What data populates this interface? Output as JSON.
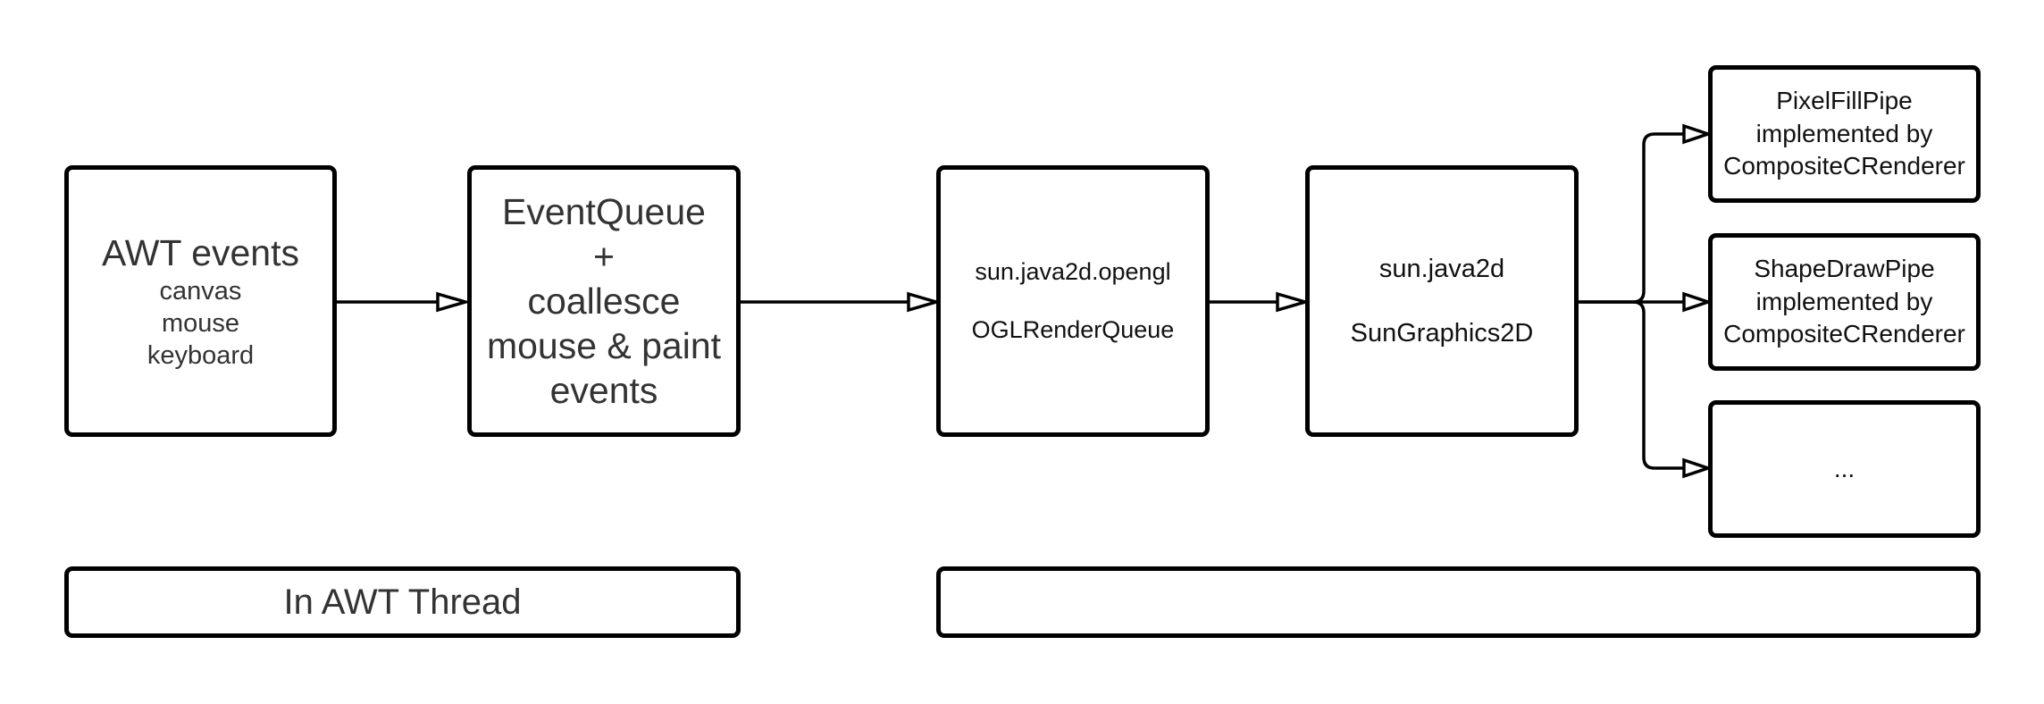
{
  "diagram": {
    "awt_events": {
      "title": "AWT events",
      "items": [
        "canvas",
        "mouse",
        "keyboard"
      ]
    },
    "event_queue": {
      "lines": [
        "EventQueue",
        "+",
        "coallesce",
        "mouse & paint",
        "events"
      ]
    },
    "ogl_queue": {
      "package": "sun.java2d.opengl",
      "class": "OGLRenderQueue"
    },
    "sun_graphics": {
      "package": "sun.java2d",
      "class": "SunGraphics2D"
    },
    "pipes": [
      {
        "lines": [
          "PixelFillPipe",
          "implemented by",
          "CompositeCRenderer"
        ]
      },
      {
        "lines": [
          "ShapeDrawPipe",
          "implemented by",
          "CompositeCRenderer"
        ]
      },
      {
        "lines": [
          "..."
        ]
      }
    ],
    "thread_labels": {
      "awt": "In AWT Thread",
      "render": ""
    }
  }
}
